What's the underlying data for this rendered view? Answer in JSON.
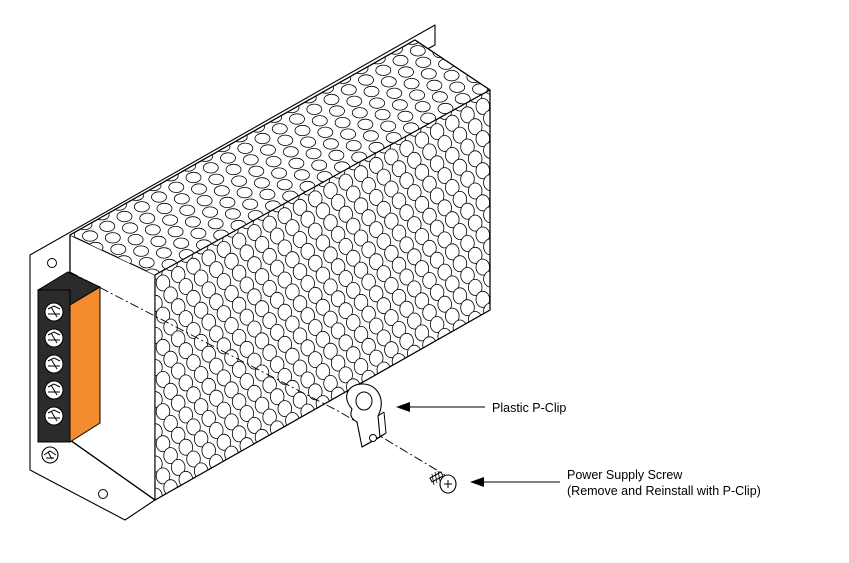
{
  "labels": {
    "p_clip": "Plastic P-Clip",
    "screw_line1": "Power Supply Screw",
    "screw_line2": "(Remove and Reinstall with P-Clip)"
  },
  "colors": {
    "terminal_orange": "#F28C2E",
    "terminal_dark": "#2b2b2b",
    "line": "#000000",
    "background": "#ffffff"
  },
  "terminal_block": {
    "terminal_count": 5
  }
}
